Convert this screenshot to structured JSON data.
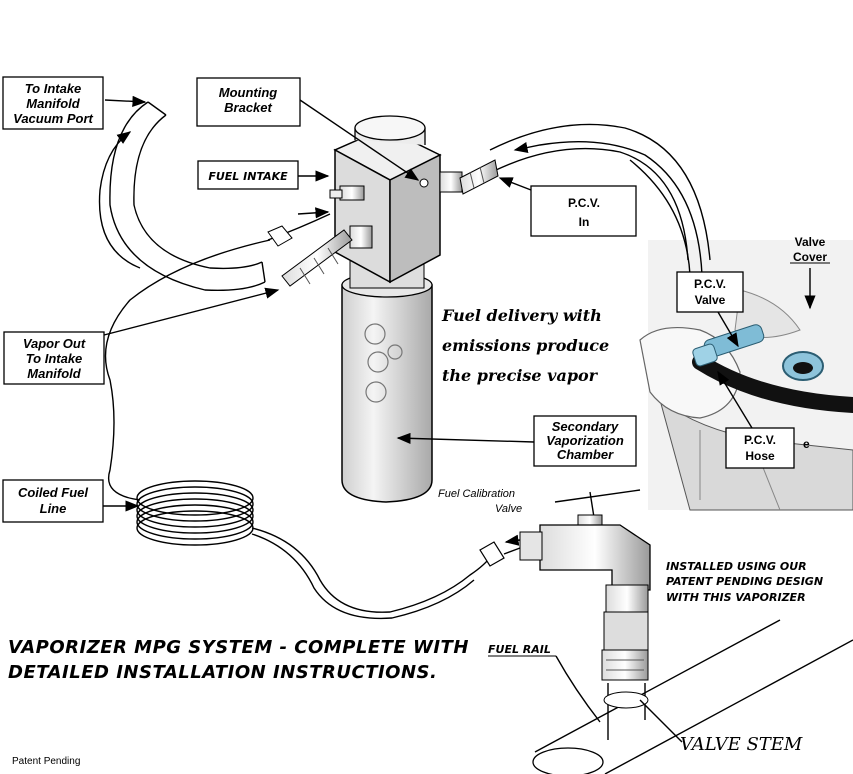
{
  "labels": {
    "intake_manifold": [
      "To Intake",
      "Manifold",
      "Vacuum Port"
    ],
    "mounting_bracket": [
      "Mounting",
      "Bracket"
    ],
    "fuel_intake": "FUEL INTAKE",
    "pcv_in": [
      "P.C.V.",
      "In"
    ],
    "valve_cover": [
      "Valve",
      "Cover"
    ],
    "pcv_valve": [
      "P.C.V.",
      "Valve"
    ],
    "pcv_hose": [
      "P.C.V.",
      "Hose"
    ],
    "vapor_out": [
      "Vapor Out",
      "To Intake",
      "Manifold"
    ],
    "fuel_delivery": [
      "Fuel delivery with",
      "emissions  produce",
      "the  precise  vapor"
    ],
    "secondary_chamber": [
      "Secondary",
      "Vaporization",
      "Chamber"
    ],
    "coiled_fuel_line": [
      "Coiled Fuel",
      "Line"
    ],
    "fuel_calibration_valve": [
      "Fuel  Calibration",
      "Valve"
    ],
    "installed_note": [
      "INSTALLED USING OUR",
      "PATENT  PENDING DESIGN",
      "WITH THIS VAPORIZER"
    ],
    "title_lines": [
      "VAPORIZER  MPG  SYSTEM - COMPLETE WITH",
      "DETAILED  INSTALLATION INSTRUCTIONS."
    ],
    "fuel_rail": "FUEL RAIL",
    "valve_stem": "VALVE   STEM",
    "patent_pending": "Patent  Pending",
    "engine_letter": "e"
  }
}
